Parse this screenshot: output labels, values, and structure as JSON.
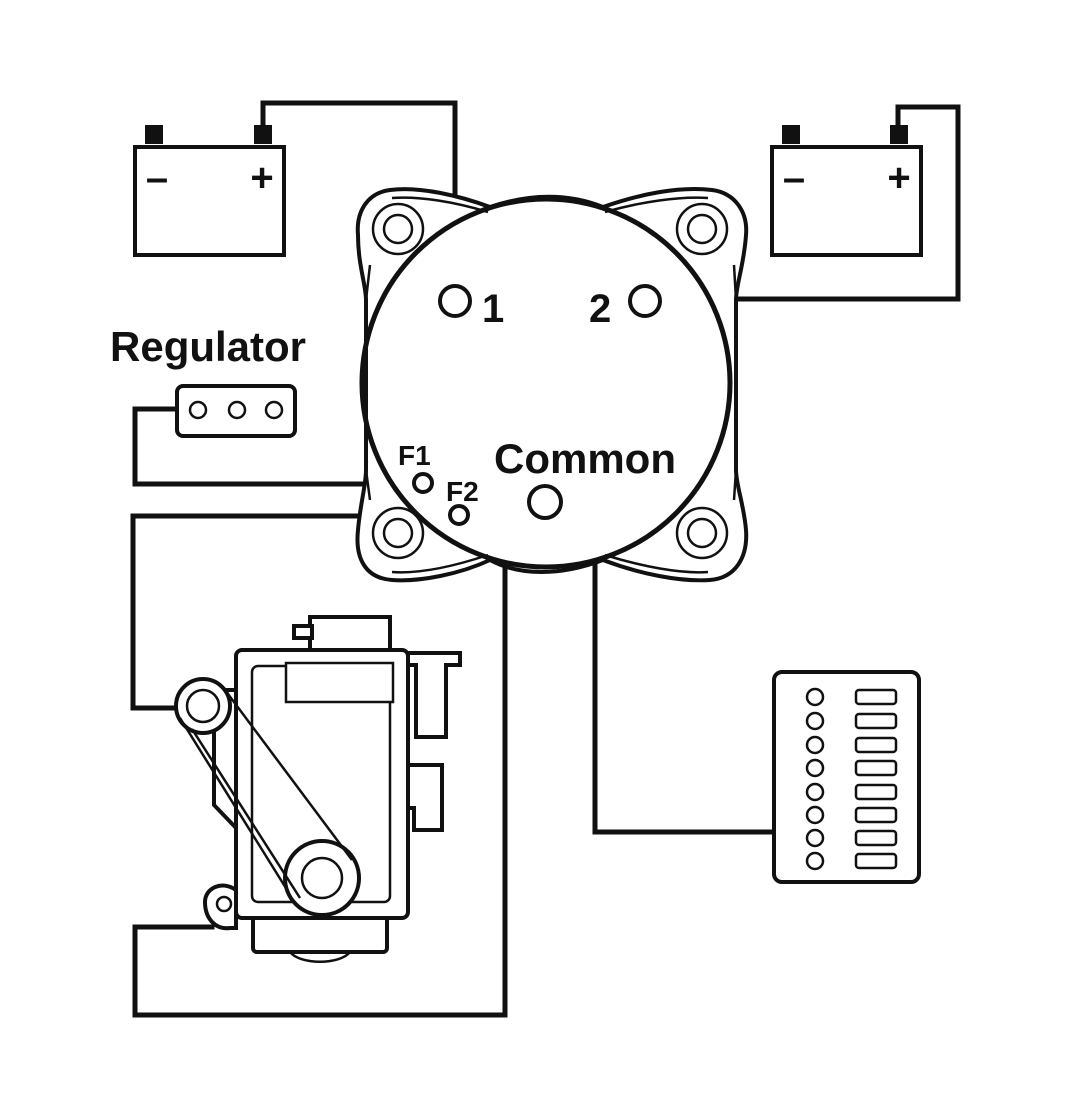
{
  "labels": {
    "regulator": "Regulator",
    "terminal_1": "1",
    "terminal_2": "2",
    "f1": "F1",
    "f2": "F2",
    "common": "Common",
    "battery_minus": "–",
    "battery_plus": "+"
  },
  "colors": {
    "line": "#111111",
    "background": "#ffffff"
  }
}
